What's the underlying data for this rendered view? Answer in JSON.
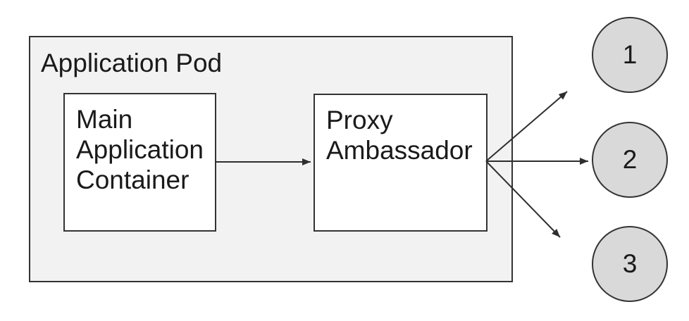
{
  "pod": {
    "label": "Application Pod"
  },
  "containers": {
    "main": {
      "label": "Main Application Container"
    },
    "proxy": {
      "label": "Proxy Ambassador"
    }
  },
  "endpoints": [
    {
      "label": "1"
    },
    {
      "label": "2"
    },
    {
      "label": "3"
    }
  ],
  "colors": {
    "pod_fill": "#f2f2f2",
    "box_fill": "#ffffff",
    "node_fill": "#d9d9d9",
    "stroke": "#333333",
    "arrow": "#2e2e2e",
    "text": "#1a1a1a"
  }
}
